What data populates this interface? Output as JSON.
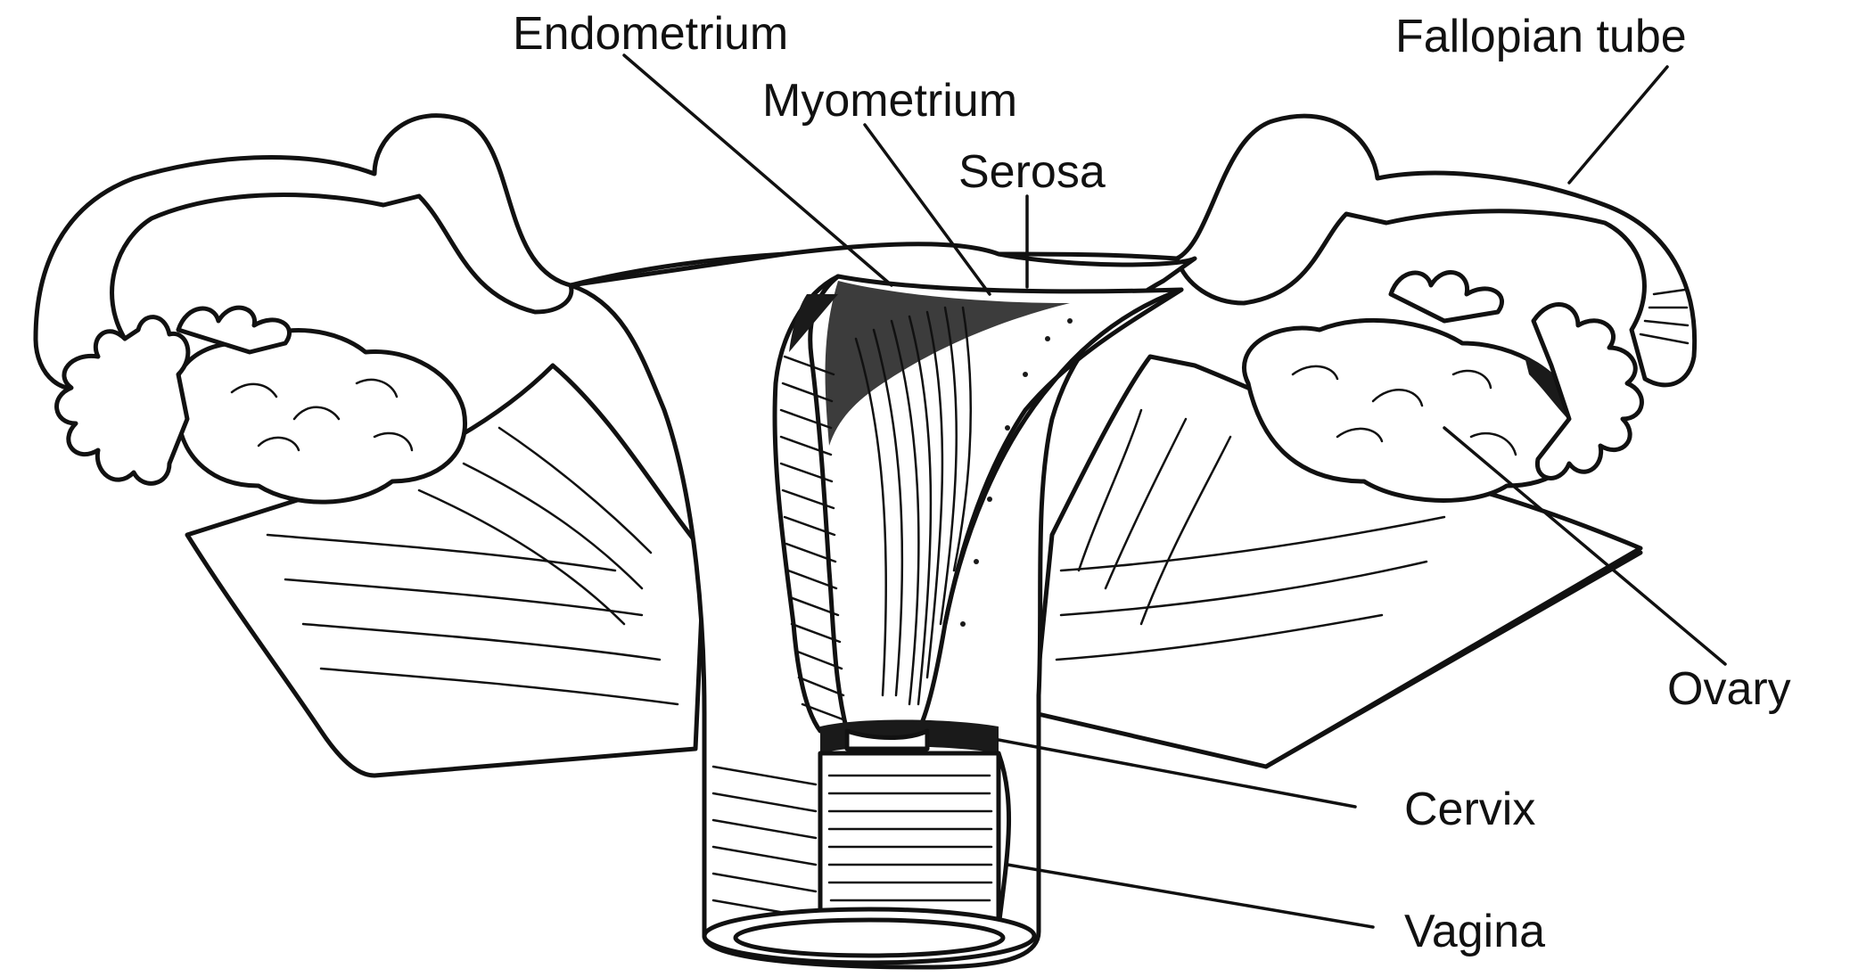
{
  "labels": {
    "endometrium": "Endometrium",
    "myometrium": "Myometrium",
    "serosa": "Serosa",
    "fallopian_tube": "Fallopian tube",
    "ovary": "Ovary",
    "cervix": "Cervix",
    "vagina": "Vagina"
  },
  "colors": {
    "ink": "#111111",
    "background": "#ffffff"
  }
}
